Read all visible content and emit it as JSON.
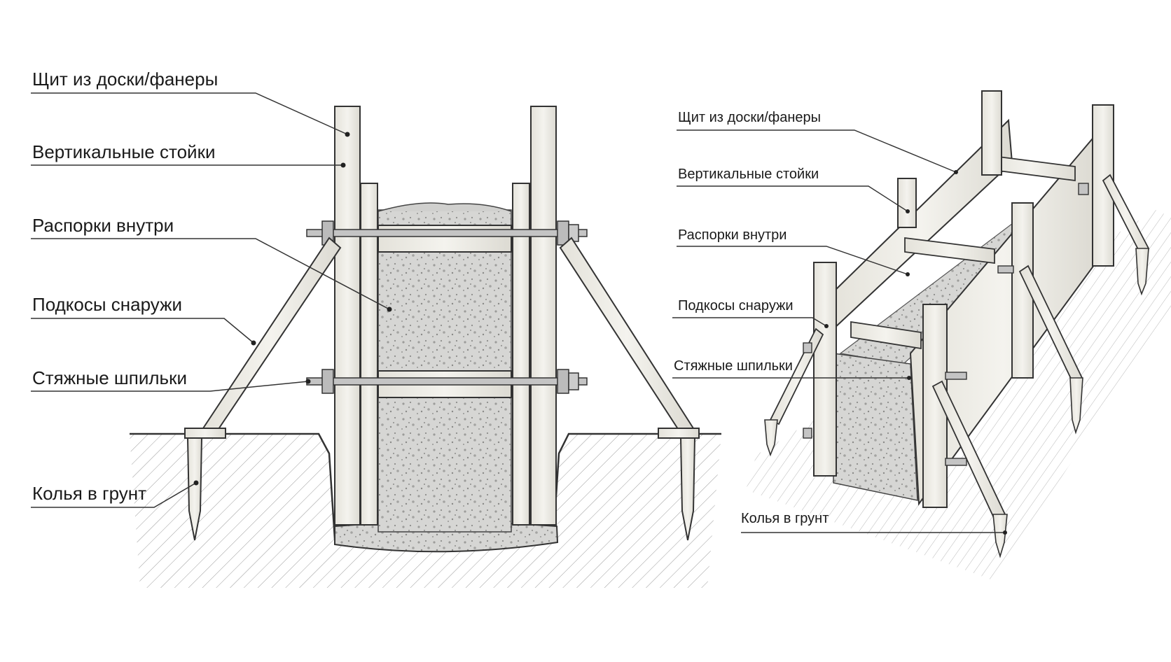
{
  "colors": {
    "ink": "#1a1a1a",
    "wood": "#efeee8",
    "wood_dark": "#d9d7cf",
    "concrete": "#d2d2d0",
    "soil_line": "#555555",
    "steel": "#bfbfbf"
  },
  "left_view": {
    "labels": [
      {
        "key": "shield",
        "text": "Щит из доски/фанеры"
      },
      {
        "key": "posts",
        "text": "Вертикальные стойки"
      },
      {
        "key": "spacers",
        "text": "Распорки внутри"
      },
      {
        "key": "braces",
        "text": "Подкосы снаружи"
      },
      {
        "key": "rods",
        "text": "Стяжные шпильки"
      },
      {
        "key": "stakes",
        "text": "Колья в грунт"
      }
    ]
  },
  "right_view": {
    "labels": [
      {
        "key": "shield",
        "text": "Щит из доски/фанеры"
      },
      {
        "key": "posts",
        "text": "Вертикальные стойки"
      },
      {
        "key": "spacers",
        "text": "Распорки внутри"
      },
      {
        "key": "braces",
        "text": "Подкосы снаружи"
      },
      {
        "key": "rods",
        "text": "Стяжные шпильки"
      },
      {
        "key": "stakes",
        "text": "Колья в грунт"
      }
    ]
  }
}
